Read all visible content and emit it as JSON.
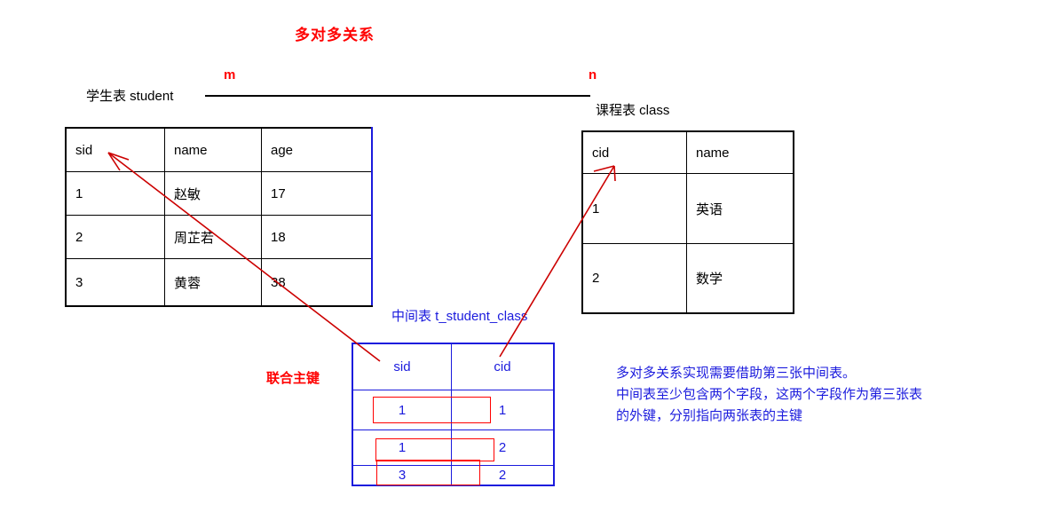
{
  "title": "多对多关系",
  "cardinality": {
    "left": "m",
    "right": "n"
  },
  "student_table": {
    "caption": "学生表  student",
    "columns": [
      "sid",
      "name",
      "age"
    ],
    "rows": [
      [
        "1",
        "赵敏",
        "17"
      ],
      [
        "2",
        "周芷若",
        "18"
      ],
      [
        "3",
        "黄蓉",
        "38"
      ]
    ]
  },
  "class_table": {
    "caption": "课程表   class",
    "columns": [
      "cid",
      "name"
    ],
    "rows": [
      [
        "1",
        "英语"
      ],
      [
        "2",
        "数学"
      ]
    ]
  },
  "junction_table": {
    "caption": "中间表  t_student_class",
    "columns": [
      "sid",
      "cid"
    ],
    "rows": [
      [
        "1",
        "1"
      ],
      [
        "1",
        "2"
      ],
      [
        "3",
        "2"
      ]
    ],
    "composite_key_label": "联合主键"
  },
  "note": {
    "line1": "多对多关系实现需要借助第三张中间表。",
    "line2": "中间表至少包含两个字段，这两个字段作为第三张表",
    "line3": "的外键，分别指向两张表的主键"
  },
  "colors": {
    "accent_red": "#ff0000",
    "accent_blue": "#1b1bdd",
    "line_black": "#000000"
  }
}
